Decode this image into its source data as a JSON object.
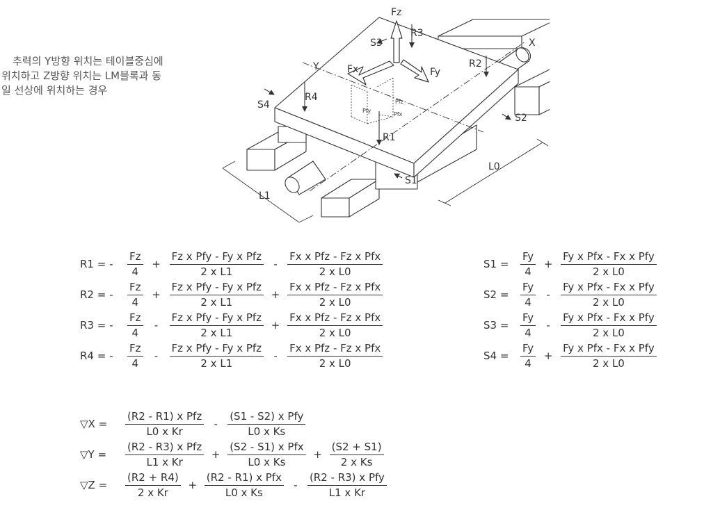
{
  "note": {
    "lines": [
      "추력의 Y방향 위치는 테이블중심에",
      "위치하고 Z방향 위치는 LM블록과 동",
      "일 선상에 위치하는 경우"
    ]
  },
  "diagram": {
    "labels": {
      "fz": "Fz",
      "fx": "Fx",
      "fy": "Fy",
      "r1": "R1",
      "r2": "R2",
      "r3": "R3",
      "r4": "R4",
      "s1": "S1",
      "s2": "S2",
      "s3": "S3",
      "s4": "S4",
      "x": "X",
      "y": "Y",
      "l0": "L0",
      "l1": "L1",
      "pfz": "Pfz",
      "pfy": "Pfy",
      "pfx": "Pfx"
    }
  },
  "equations": {
    "r": [
      {
        "lhs": "R1 = -",
        "t1": {
          "num": "Fz",
          "den": "4"
        },
        "op1": "+",
        "t2": {
          "num": "Fz x Pfy - Fy x Pfz",
          "den": "2 x L1"
        },
        "op2": "-",
        "t3": {
          "num": "Fx x Pfz - Fz x Pfx",
          "den": "2 x L0"
        }
      },
      {
        "lhs": "R2 = -",
        "t1": {
          "num": "Fz",
          "den": "4"
        },
        "op1": "+",
        "t2": {
          "num": "Fz x Pfy - Fy x Pfz",
          "den": "2 x L1"
        },
        "op2": "+",
        "t3": {
          "num": "Fx x Pfz - Fz x Pfx",
          "den": "2 x L0"
        }
      },
      {
        "lhs": "R3 = -",
        "t1": {
          "num": "Fz",
          "den": "4"
        },
        "op1": "-",
        "t2": {
          "num": "Fz x Pfy - Fy x Pfz",
          "den": "2 x L1"
        },
        "op2": "+",
        "t3": {
          "num": "Fx x Pfz - Fz x Pfx",
          "den": "2 x L0"
        }
      },
      {
        "lhs": "R4 = -",
        "t1": {
          "num": "Fz",
          "den": "4"
        },
        "op1": "-",
        "t2": {
          "num": "Fz x Pfy - Fy x Pfz",
          "den": "2 x L1"
        },
        "op2": "-",
        "t3": {
          "num": "Fx x Pfz - Fz x Pfx",
          "den": "2 x L0"
        }
      }
    ],
    "s": [
      {
        "lhs": "S1 =",
        "t1": {
          "num": "Fy",
          "den": "4"
        },
        "op1": "+",
        "t2": {
          "num": "Fy x Pfx - Fx x Pfy",
          "den": "2 x L0"
        }
      },
      {
        "lhs": "S2 =",
        "t1": {
          "num": "Fy",
          "den": "4"
        },
        "op1": "-",
        "t2": {
          "num": "Fy x Pfx - Fx x Pfy",
          "den": "2 x L0"
        }
      },
      {
        "lhs": "S3 =",
        "t1": {
          "num": "Fy",
          "den": "4"
        },
        "op1": "-",
        "t2": {
          "num": "Fy x Pfx - Fx x Pfy",
          "den": "2 x L0"
        }
      },
      {
        "lhs": "S4 =",
        "t1": {
          "num": "Fy",
          "den": "4"
        },
        "op1": "+",
        "t2": {
          "num": "Fy x Pfx - Fx x Pfy",
          "den": "2 x L0"
        }
      }
    ],
    "d": [
      {
        "lhs": "▽X =",
        "t1": {
          "num": "(R2 - R1) x Pfz",
          "den": "L0 x Kr"
        },
        "op1": "-",
        "t2": {
          "num": "(S1 - S2) x Pfy",
          "den": "L0 x Ks"
        }
      },
      {
        "lhs": "▽Y =",
        "t1": {
          "num": "(R2 - R3) x Pfz",
          "den": "L1 x Kr"
        },
        "op1": "+",
        "t2": {
          "num": "(S2 - S1) x Pfx",
          "den": "L0 x Ks"
        },
        "op2": "+",
        "t3": {
          "num": "(S2 + S1)",
          "den": "2 x Ks"
        }
      },
      {
        "lhs": "▽Z =",
        "t1": {
          "num": "(R2 + R4)",
          "den": "2 x Kr"
        },
        "op1": "+",
        "t2": {
          "num": "(R2 - R1) x Pfx",
          "den": "L0 x Ks"
        },
        "op2": "-",
        "t3": {
          "num": "(R2 - R3) x Pfy",
          "den": "L1 x Kr"
        }
      }
    ]
  }
}
